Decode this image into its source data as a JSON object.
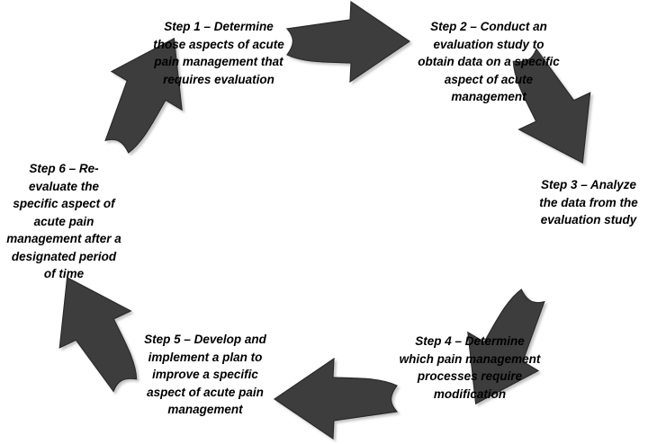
{
  "diagram": {
    "title": "Acute pain management evaluation cycle",
    "type": "cycle-diagram",
    "direction": "clockwise",
    "arrow_fill": "#3d3d3d",
    "arrow_stroke": "#2a2a2a",
    "text_color": "#000000",
    "background": "#ffffff",
    "steps": [
      {
        "id": "step-1",
        "number": 1,
        "label": "Step 1 – Determine those aspects of acute pain management that requires evaluation",
        "position": "top-left-center"
      },
      {
        "id": "step-2",
        "number": 2,
        "label": "Step 2 – Conduct an evaluation study to obtain data on a specific aspect of acute management",
        "position": "top-right"
      },
      {
        "id": "step-3",
        "number": 3,
        "label": "Step 3 – Analyze the data from the evaluation study",
        "position": "right"
      },
      {
        "id": "step-4",
        "number": 4,
        "label": "Step 4 – Determine which pain management processes require modification",
        "position": "bottom-right"
      },
      {
        "id": "step-5",
        "number": 5,
        "label": "Step 5 – Develop and implement a plan to improve a specific aspect of acute pain management",
        "position": "bottom-left-center"
      },
      {
        "id": "step-6",
        "number": 6,
        "label": "Step 6 – Re-evaluate the specific aspect of acute pain management after a designated period of time",
        "position": "left"
      }
    ],
    "arrows": [
      {
        "id": "arrow-1",
        "from": "step-1",
        "to": "step-2",
        "direction": "right",
        "position": "top-center"
      },
      {
        "id": "arrow-2",
        "from": "step-2",
        "to": "step-3",
        "direction": "down-right",
        "position": "top-right"
      },
      {
        "id": "arrow-3",
        "from": "step-3",
        "to": "step-4",
        "direction": "down-left",
        "position": "bottom-right"
      },
      {
        "id": "arrow-4",
        "from": "step-4",
        "to": "step-5",
        "direction": "left",
        "position": "bottom-center"
      },
      {
        "id": "arrow-5",
        "from": "step-5",
        "to": "step-6",
        "direction": "up-left",
        "position": "bottom-left"
      },
      {
        "id": "arrow-6",
        "from": "step-6",
        "to": "step-1",
        "direction": "up-right",
        "position": "top-left"
      }
    ]
  }
}
